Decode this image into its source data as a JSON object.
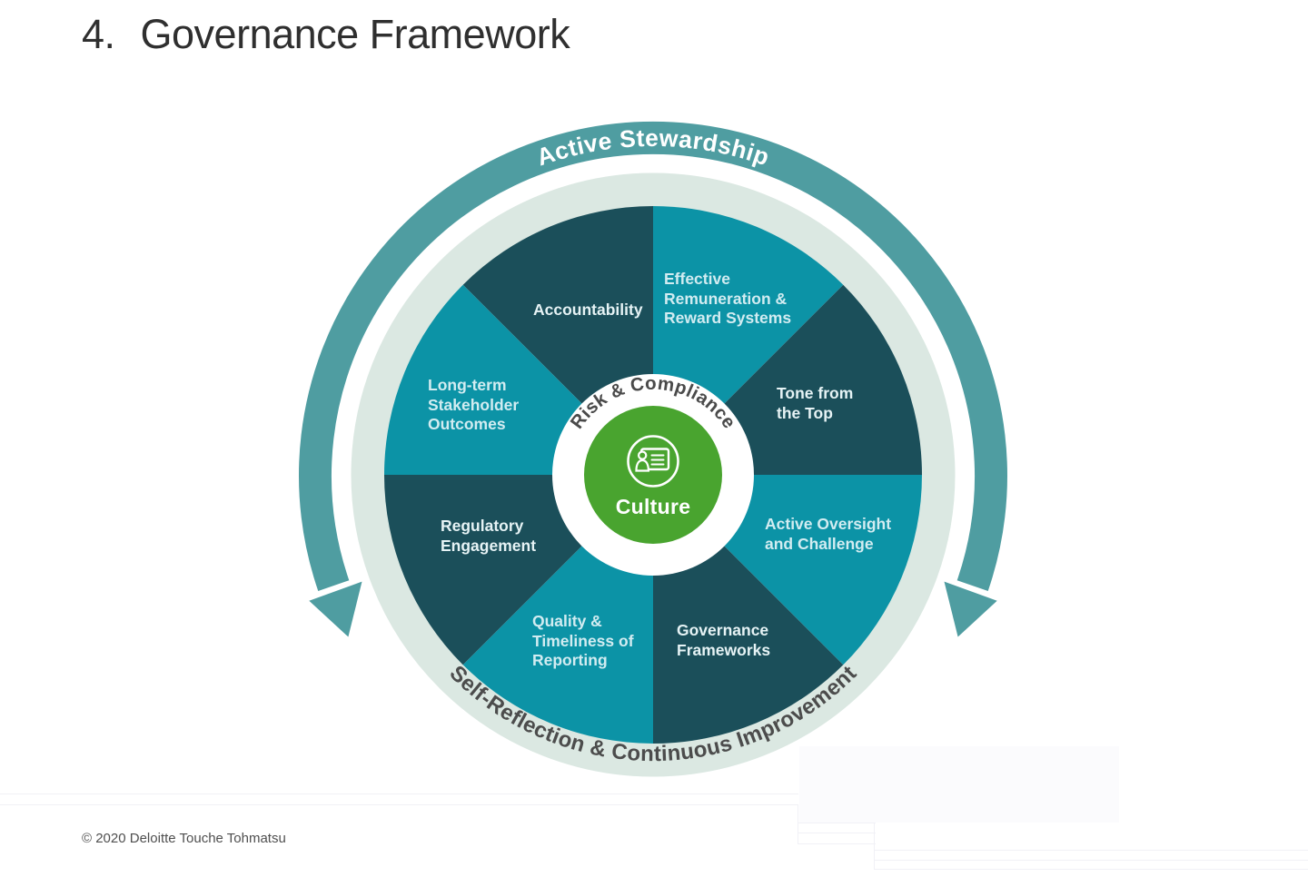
{
  "page": {
    "title_number": "4.",
    "title": "Governance Framework",
    "footer": "© 2020 Deloitte Touche Tohmatsu"
  },
  "diagram": {
    "outer_arc_label": "Active Stewardship",
    "bottom_arc_label": "Self-Reflection & Continuous Improvement",
    "inner_ring_label": "Risk & Compliance",
    "center": {
      "label": "Culture",
      "icon": "person-presentation-icon"
    },
    "segments": [
      {
        "name": "accountability",
        "tone": "dark",
        "lines": [
          "Accountability"
        ]
      },
      {
        "name": "effective-remuneration",
        "tone": "light",
        "lines": [
          "Effective",
          "Remuneration &",
          "Reward Systems"
        ]
      },
      {
        "name": "tone-from-the-top",
        "tone": "dark",
        "lines": [
          "Tone from",
          "the Top"
        ]
      },
      {
        "name": "active-oversight",
        "tone": "light",
        "lines": [
          "Active Oversight",
          "and Challenge"
        ]
      },
      {
        "name": "governance-frameworks",
        "tone": "dark",
        "lines": [
          "Governance",
          "Frameworks"
        ]
      },
      {
        "name": "quality-timeliness",
        "tone": "light",
        "lines": [
          "Quality &",
          "Timeliness of",
          "Reporting"
        ]
      },
      {
        "name": "regulatory-engagement",
        "tone": "dark",
        "lines": [
          "Regulatory",
          "Engagement"
        ]
      },
      {
        "name": "long-term-stakeholder",
        "tone": "light",
        "lines": [
          "Long-term",
          "Stakeholder",
          "Outcomes"
        ]
      }
    ],
    "colors": {
      "segment_dark": "#1b4f5a",
      "segment_light": "#0c93a6",
      "pale_ring": "#dbe8e2",
      "arc_band": "#4f9da1",
      "center_green": "#49a42f",
      "arc_text_gray": "#4c4c4c",
      "label_on_dark": "#e6f3f5",
      "label_on_light": "#d2ecf1"
    }
  }
}
